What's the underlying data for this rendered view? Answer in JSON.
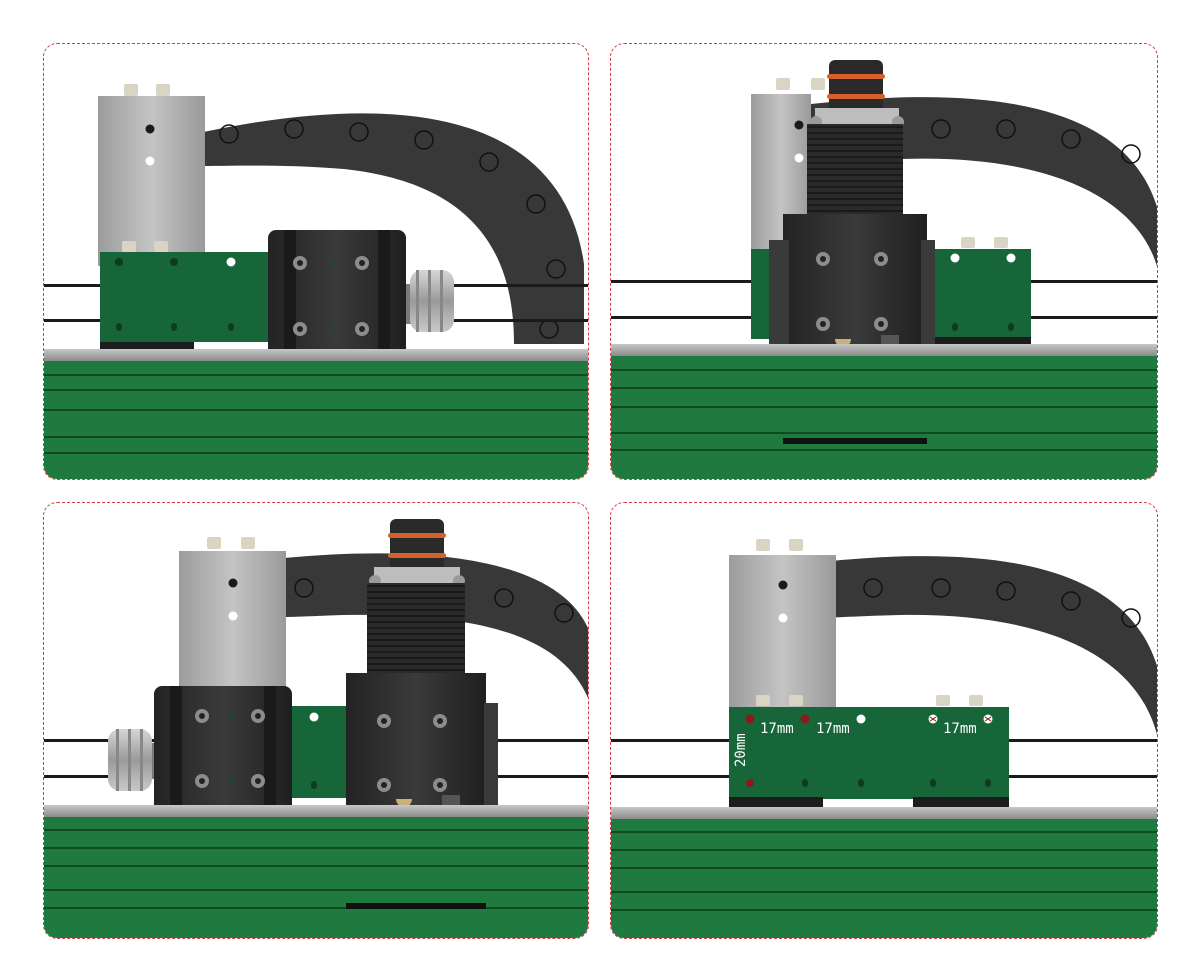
{
  "panels": [
    {
      "id": "panel-1",
      "view": "carriage without laser head, belt tensioner on right"
    },
    {
      "id": "panel-2",
      "view": "laser head mounted on carriage"
    },
    {
      "id": "panel-3",
      "view": "laser head mounted, belt tensioner on left"
    },
    {
      "id": "panel-4",
      "view": "mounting plate hole spacing"
    }
  ],
  "dimensions": {
    "spacing_a": "17mm",
    "spacing_b": "17mm",
    "spacing_c": "17mm",
    "vertical": "20mm"
  },
  "colors": {
    "frame_border": "#d63a44",
    "extrusion_green": "#1e7a3e",
    "plate_green": "#16663a",
    "cable_chain": "#3a3a3a",
    "bracket_aluminium": "#a8a8a8",
    "laser_body": "#2e2e2e",
    "o_ring": "#d6602a",
    "hole_marker": "#8b1a1a"
  }
}
